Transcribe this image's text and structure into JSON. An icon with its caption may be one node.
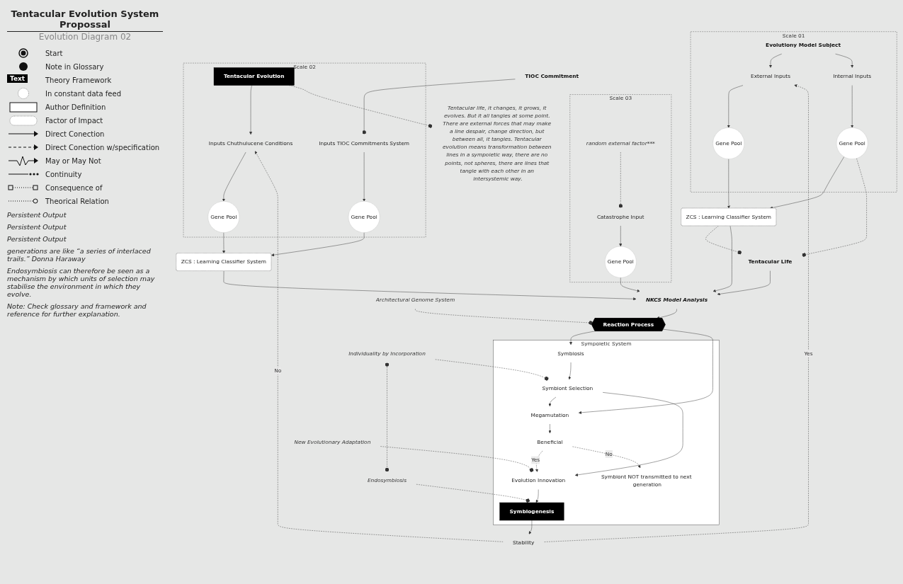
{
  "diagram": {
    "title": "Tentacular Evolution System Propossal",
    "nodes": [
      {
        "text": [
          "Scale 01"
        ]
      },
      {
        "text": [
          "Evolutiony Model Subject"
        ],
        "in": 0
      },
      {
        "text": [
          "External Inputs"
        ],
        "in": 0
      },
      {
        "text": [
          "Internal Inputs"
        ],
        "in": 0
      },
      {
        "text": [
          "Gene Pool"
        ],
        "in": 0
      },
      {
        "text": [
          "Gene Pool"
        ],
        "in": 0
      },
      {
        "text": [
          "ZCS : Learning Classifier System"
        ]
      },
      {
        "text": [
          "Tentacular Life"
        ]
      },
      {
        "text": [
          "Scale 03"
        ]
      },
      {
        "text": [
          "random external factor***"
        ],
        "in": 8
      },
      {
        "text": [
          "Catastrophe Input"
        ],
        "in": 8
      },
      {
        "text": [
          "Gene Pool"
        ],
        "in": 8
      },
      {
        "text": [
          "NKCS Model Analysis"
        ]
      },
      {
        "text": [
          "TIOC Commitment"
        ]
      },
      {
        "text": [
          "Scale 02"
        ]
      },
      {
        "text": [
          "Tentacular Evolution"
        ],
        "in": 14
      },
      {
        "text": [
          "Inputs TIOC Commitments System"
        ],
        "in": 14
      },
      {
        "text": [
          "Inputs Chuthulucene Conditions"
        ],
        "in": 14
      },
      {
        "text": [
          "Gene Pool"
        ],
        "in": 14
      },
      {
        "text": [
          "Gene Pool"
        ],
        "in": 14
      },
      {
        "text": [
          "ZCS : Learning Classifier System"
        ]
      },
      {
        "text": [
          "Tentacular life, it changes, it grows, it evolves. But it all tangles at some point. There are external forces that may make a line despair, change direction, but between all, it tangles. Tentacular evolution means transformation between lines in a sympoietic way, there are no points, not spheres, there are lines that tangle with each other in an intersystemic way."
        ]
      },
      {
        "text": [
          "Architectural Genome System"
        ]
      },
      {
        "text": [
          "Sympoietic System"
        ]
      },
      {
        "text": [
          "Reaction Process"
        ]
      },
      {
        "text": [
          "Symbiosis"
        ],
        "in": 23
      },
      {
        "text": [
          "Megamutation"
        ],
        "in": 23
      },
      {
        "text": [
          "Symbiont Selection"
        ],
        "in": 23
      },
      {
        "text": [
          "Beneficial"
        ],
        "in": 23
      },
      {
        "text": [
          "Evolution Innovation"
        ],
        "in": 23
      },
      {
        "text": [
          "Symbiont NOT transmitted to next generation"
        ],
        "in": 23
      },
      {
        "text": [
          "Symbiogenesis"
        ],
        "in": 23
      },
      {
        "text": [
          "Individuality by Incorporation"
        ]
      },
      {
        "text": [
          "New Evolutionary Adaptation"
        ]
      },
      {
        "text": [
          "Endosymbiosis"
        ]
      },
      {
        "text": [
          "Stability"
        ]
      }
    ],
    "edges": [
      {
        "from": 1,
        "to": 2,
        "arrow": "to"
      },
      {
        "from": 1,
        "to": 3,
        "arrow": "to"
      },
      {
        "from": 2,
        "to": 4,
        "arrow": "to"
      },
      {
        "from": 3,
        "to": 5,
        "arrow": "to"
      },
      {
        "from": 4,
        "to": 6,
        "arrow": "to"
      },
      {
        "from": 5,
        "to": 6,
        "arrow": "to"
      },
      {
        "from": 5,
        "to": 7,
        "arrow": "other",
        "style": "dashed"
      },
      {
        "from": 6,
        "to": 7,
        "arrow": "other",
        "style": "dashed"
      },
      {
        "from": 6,
        "to": 12,
        "arrow": "to"
      },
      {
        "from": 7,
        "to": 12,
        "arrow": "to"
      },
      {
        "from": 9,
        "to": 10,
        "arrow": "other",
        "style": "dashed"
      },
      {
        "from": 10,
        "to": 11,
        "arrow": "to"
      },
      {
        "from": 11,
        "to": 12,
        "arrow": "to"
      },
      {
        "from": 13,
        "to": 16,
        "arrow": "other"
      },
      {
        "from": 15,
        "to": 17,
        "arrow": "to"
      },
      {
        "from": 16,
        "to": 18,
        "arrow": "to"
      },
      {
        "from": 17,
        "to": 19,
        "arrow": "to"
      },
      {
        "from": 18,
        "to": 20,
        "arrow": "to"
      },
      {
        "from": 19,
        "to": 20,
        "arrow": "to"
      },
      {
        "from": 20,
        "to": 12,
        "arrow": "to"
      },
      {
        "from": 15,
        "to": 21,
        "arrow": "other",
        "style": "dashed"
      },
      {
        "from": 12,
        "to": 24,
        "arrow": "to"
      },
      {
        "from": 22,
        "to": 24,
        "arrow": "other",
        "style": "dashed"
      },
      {
        "from": 24,
        "to": 25,
        "arrow": "to"
      },
      {
        "from": 24,
        "to": 26,
        "arrow": "to"
      },
      {
        "from": 25,
        "to": 27,
        "arrow": "to"
      },
      {
        "from": 27,
        "to": 26,
        "arrow": "to"
      },
      {
        "from": 26,
        "to": 28,
        "arrow": "to"
      },
      {
        "from": 28,
        "to": 29,
        "arrow": "to",
        "label": "Yes",
        "style": "dashed"
      },
      {
        "from": 28,
        "to": 30,
        "arrow": "to",
        "label": "No",
        "style": "dashed"
      },
      {
        "from": 27,
        "to": 29,
        "arrow": "to"
      },
      {
        "from": 29,
        "to": 31,
        "arrow": "to"
      },
      {
        "from": 31,
        "to": 35,
        "arrow": "to"
      },
      {
        "from": 32,
        "to": 27,
        "arrow": "other",
        "style": "dashed"
      },
      {
        "from": 33,
        "to": 29,
        "arrow": "other",
        "style": "dashed"
      },
      {
        "from": 34,
        "to": 31,
        "arrow": "other",
        "style": "dashed"
      },
      {
        "from": 32,
        "to": 34,
        "arrow": "other",
        "style": "dashed"
      },
      {
        "from": 35,
        "to": 2,
        "arrow": "to",
        "label": "Yes",
        "style": "dashed"
      },
      {
        "from": 35,
        "to": 17,
        "arrow": "to",
        "label": "No",
        "style": "dashed"
      }
    ],
    "labels": [
      "Evolution Diagram 02",
      "Text",
      "Persistent Output",
      "Persistent Output",
      "Persistent Output",
      "generations are like “a series of interlaced trails.” Donna Haraway",
      "Endosymbiosis can therefore be seen as a mechanism by which units of selection may stabilise the environment in which they evolve.",
      "Note: Check glossary and framework and reference for further explanation."
    ],
    "legend": [
      {
        "text": "Start"
      },
      {
        "text": "Note in Glossary"
      },
      {
        "text": "Theory Framework"
      },
      {
        "text": "In constant data feed"
      },
      {
        "text": "Author Definition"
      },
      {
        "text": "Factor of Impact"
      },
      {
        "text": "Direct Conection"
      },
      {
        "text": "Direct Conection w/specification"
      },
      {
        "text": "May or May Not"
      },
      {
        "text": "Continuity"
      },
      {
        "text": "Consequence of"
      },
      {
        "text": "Theorical Relation"
      }
    ]
  }
}
